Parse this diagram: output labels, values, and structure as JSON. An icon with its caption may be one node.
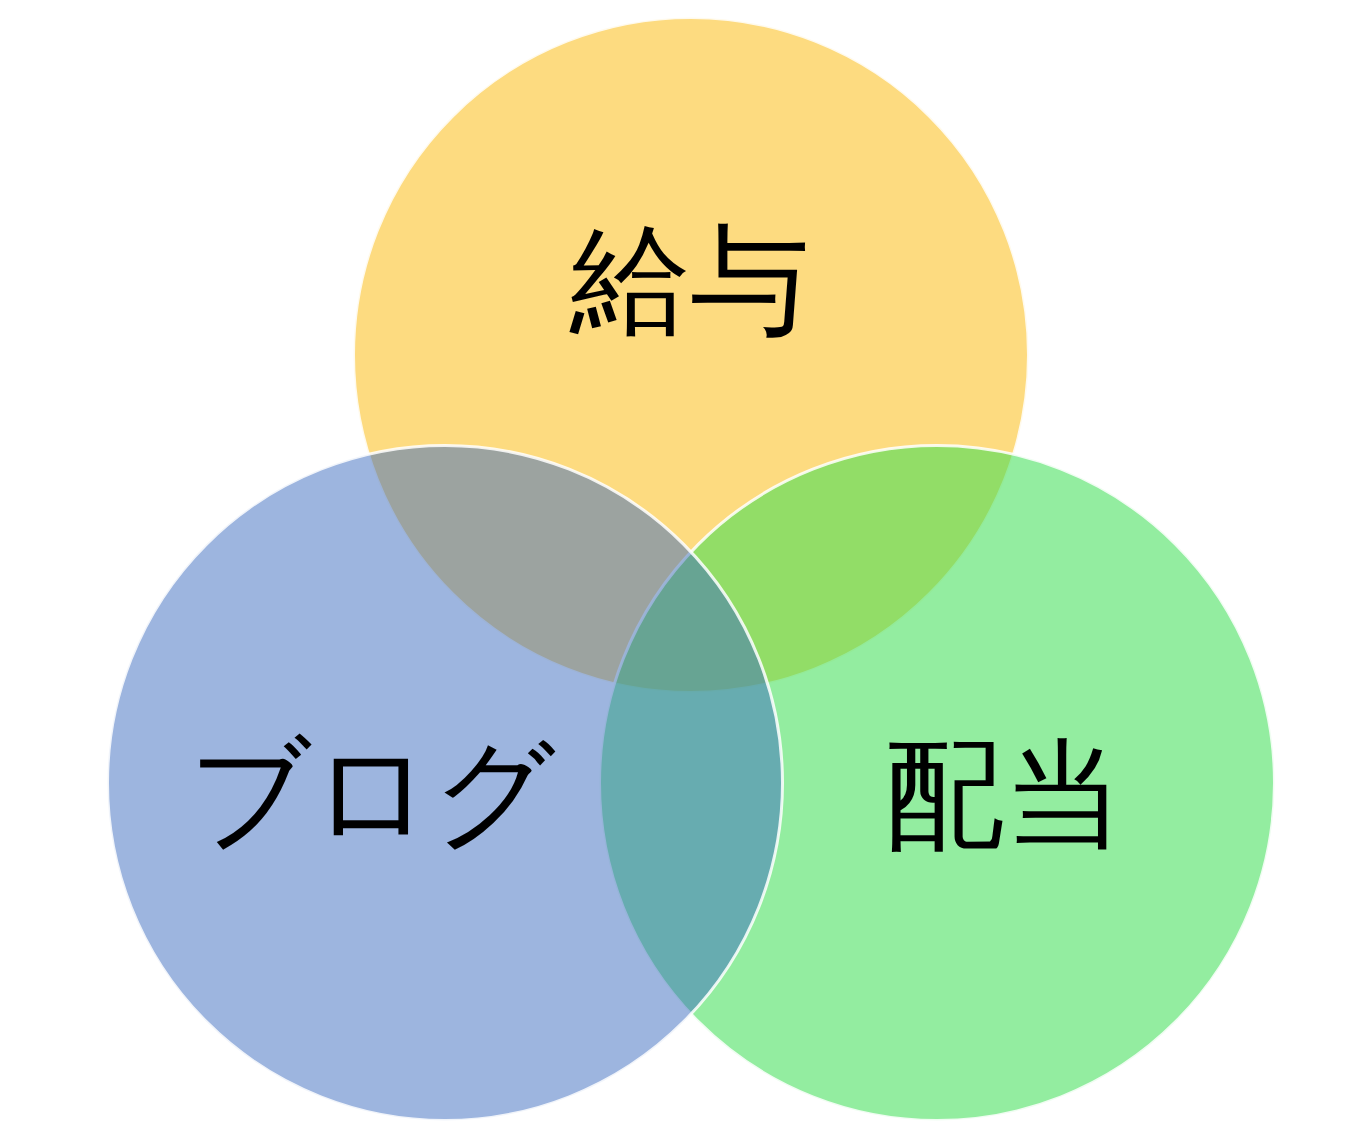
{
  "diagram": {
    "nodes": [
      {
        "text": [
          "給与"
        ]
      },
      {
        "text": [
          "ブログ"
        ]
      },
      {
        "text": [
          "配当"
        ]
      }
    ]
  }
}
